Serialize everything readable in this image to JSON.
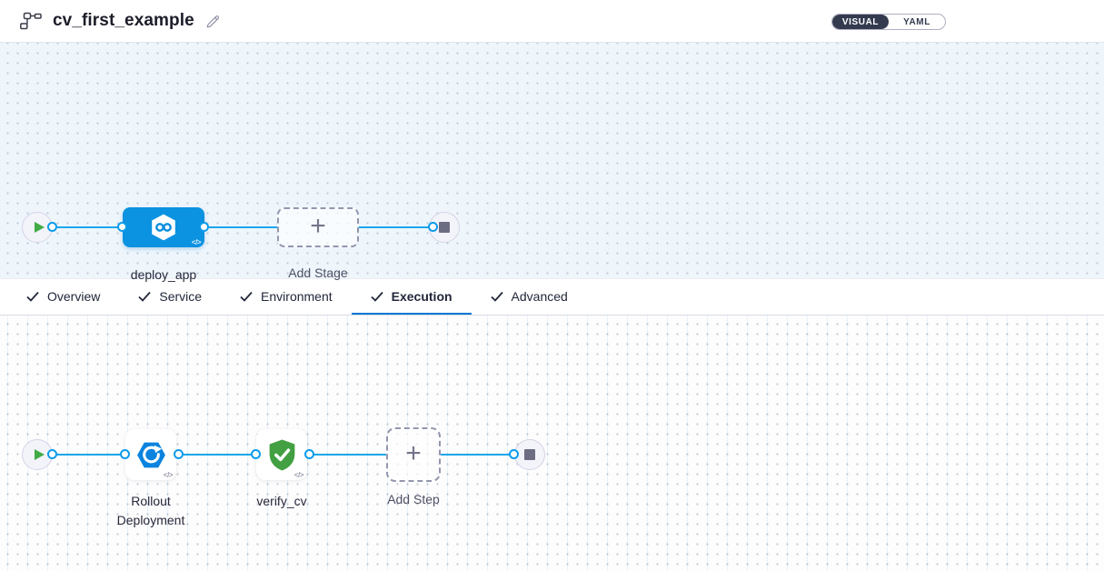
{
  "header": {
    "title": "cv_first_example",
    "toggle": {
      "visual": "VISUAL",
      "yaml": "YAML",
      "selected": "VISUAL"
    }
  },
  "icons": {
    "plus": "+",
    "code": "</>"
  },
  "stage_canvas": {
    "stage": {
      "name": "deploy_app",
      "type": "cd-stage"
    },
    "add_stage_label": "Add Stage"
  },
  "tabs": {
    "items": [
      {
        "label": "Overview",
        "complete": true,
        "active": false
      },
      {
        "label": "Service",
        "complete": true,
        "active": false
      },
      {
        "label": "Environment",
        "complete": true,
        "active": false
      },
      {
        "label": "Execution",
        "complete": true,
        "active": true
      },
      {
        "label": "Advanced",
        "complete": true,
        "active": false
      }
    ]
  },
  "execution_canvas": {
    "steps": [
      {
        "name": "Rollout Deployment",
        "type": "k8s-rollout"
      },
      {
        "name": "verify_cv",
        "type": "verify"
      }
    ],
    "add_step_label": "Add Step"
  },
  "colors": {
    "accent_blue": "#0278d5",
    "stage_node_blue": "#0b92e0",
    "connector_blue": "#1aa7ec",
    "verify_green": "#43a042",
    "play_green": "#42ab45",
    "canvas_blue_bg": "#eef6fc",
    "toggle_dark": "#343b4f"
  }
}
